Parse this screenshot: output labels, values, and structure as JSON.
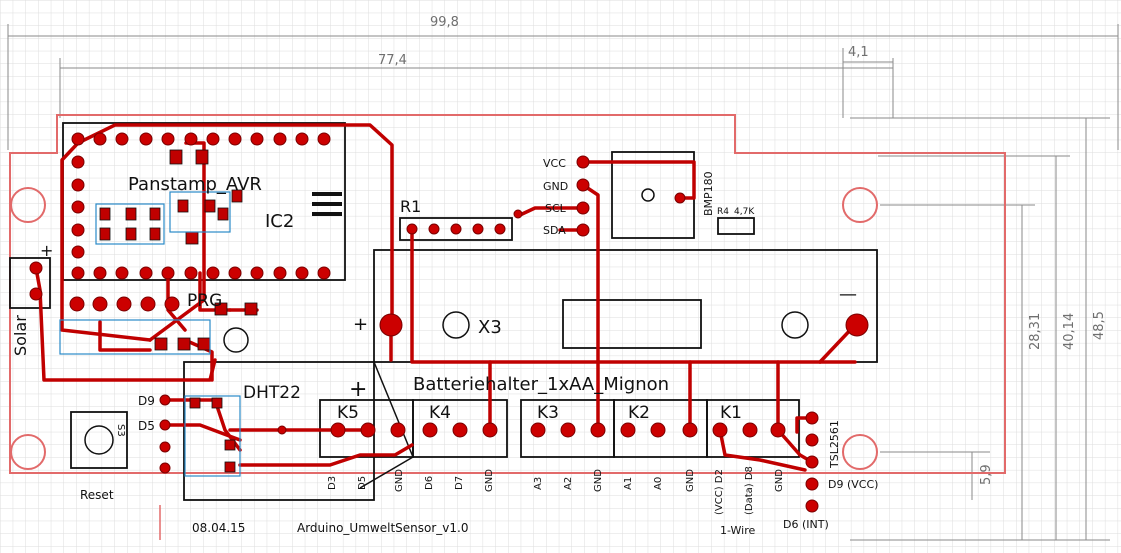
{
  "board": {
    "dimensions": {
      "overall_width": "99,8",
      "inner_width": "77,4",
      "right_offset": "4,1",
      "overall_height": "48,5",
      "height_2": "40,14",
      "height_3": "28,31",
      "small_height": "5,9"
    },
    "components": {
      "panstamp": "Panstamp_AVR",
      "ic2": "IC2",
      "r1": "R1",
      "x3": "X3",
      "battery": "Batteriehalter_1xAA_Mignon",
      "dht22": "DHT22",
      "prg": "PRG",
      "solar": "Solar",
      "reset": "Reset",
      "bmp180": "BMP180",
      "r4": "R4",
      "r4_value": "4,7K",
      "tsl2561": "TSL2561",
      "s3": "S3"
    },
    "bmp_pins": [
      "VCC",
      "GND",
      "SCL",
      "SDA"
    ],
    "dht_pins": [
      "D9",
      "D5"
    ],
    "connectors": [
      {
        "name": "K5",
        "pins": [
          "D3",
          "D5",
          "GND"
        ]
      },
      {
        "name": "K4",
        "pins": [
          "D6",
          "D7",
          "GND"
        ]
      },
      {
        "name": "K3",
        "pins": [
          "A3",
          "A2",
          "GND"
        ]
      },
      {
        "name": "K2",
        "pins": [
          "A1",
          "A0",
          "GND"
        ]
      },
      {
        "name": "K1",
        "pins": [
          "(VCC) D2",
          "(Data) D8",
          "GND"
        ]
      }
    ],
    "tsl_pins": [
      "D9 (VCC)",
      "D6 (INT)"
    ],
    "one_wire": "1-Wire",
    "date": "08.04.15",
    "project": "Arduino_UmweltSensor_v1.0",
    "polarity": {
      "plus": "+",
      "minus": "—"
    },
    "colors": {
      "copper": "#c00000",
      "outline": "#e26a6a",
      "silkscreen": "#111111",
      "grid": "#dcdcdc",
      "dimension": "#8a8a8a"
    }
  }
}
